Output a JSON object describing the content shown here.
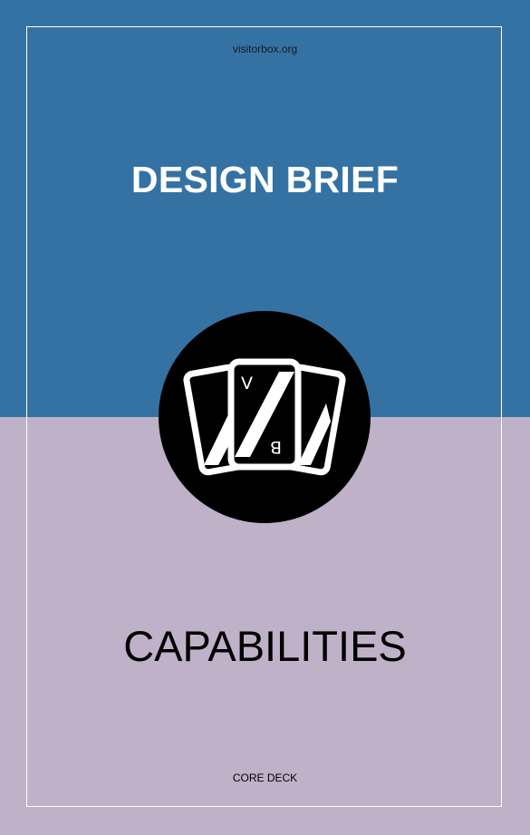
{
  "header": {
    "website": "visitorbox.org",
    "title": "DESIGN BRIEF"
  },
  "logo": {
    "letter_top": "V",
    "letter_bottom": "B"
  },
  "main": {
    "subtitle": "CAPABILITIES"
  },
  "footer": {
    "label": "CORE DECK"
  },
  "colors": {
    "top_background": "#3572a4",
    "bottom_background": "#beb1c8",
    "frame": "#ffffff",
    "emblem": "#000000"
  }
}
